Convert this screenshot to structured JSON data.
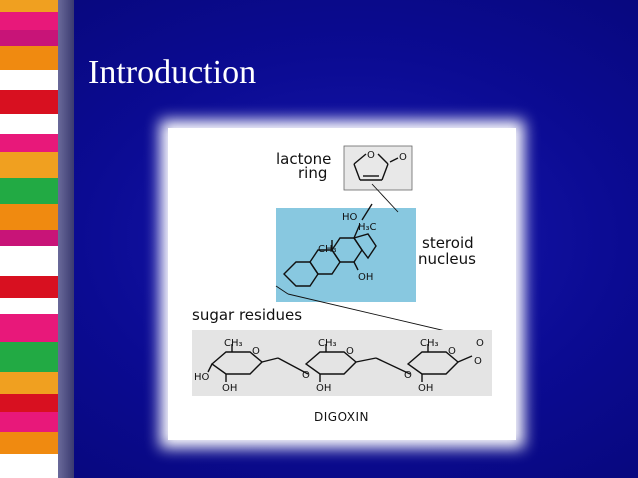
{
  "slide": {
    "title": "Introduction",
    "accent_colors": [
      "#e8187a",
      "#f0a020",
      "#22aa44",
      "#d81020",
      "#c8148c",
      "#ffffff"
    ]
  },
  "figure": {
    "lactone_label_line1": "lactone",
    "lactone_label_line2": "ring",
    "steroid_label_line1": "steroid",
    "steroid_label_line2": "nucleus",
    "sugar_label": "sugar residues",
    "caption": "DIGOXIN",
    "groups": {
      "o_ring": "O",
      "o_carbonyl": "O",
      "ho_top": "HO",
      "h3c": "H₃C",
      "ch3_steroid": "CH₃",
      "oh_steroid": "OH",
      "ch3_1": "CH₃",
      "ch3_2": "CH₃",
      "ch3_3": "CH₃",
      "ho_left": "HO",
      "oh_1": "OH",
      "oh_2": "OH",
      "oh_3": "OH",
      "o_1": "O",
      "o_2": "O",
      "o_3": "O",
      "o_4": "O",
      "o_5": "O",
      "o_6": "O",
      "o_7": "O"
    }
  }
}
